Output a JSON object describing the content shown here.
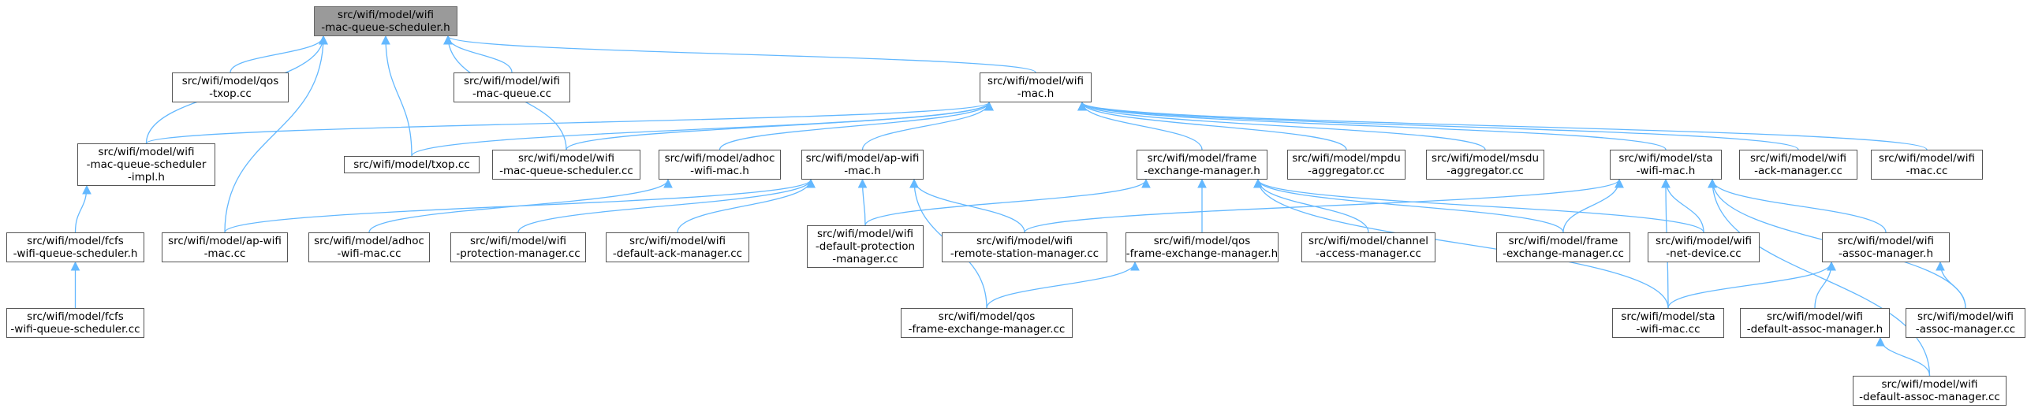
{
  "colors": {
    "edge": "#63b8ff",
    "node_border": "#555555",
    "root_fill": "#9a9a9a",
    "node_fill": "#ffffff"
  },
  "nodes": {
    "root": [
      "src/wifi/model/wifi",
      "-mac-queue-scheduler.h"
    ],
    "qos_txop_cc": [
      "src/wifi/model/qos",
      "-txop.cc"
    ],
    "wifi_mac_queue_cc": [
      "src/wifi/model/wifi",
      "-mac-queue.cc"
    ],
    "wifi_mac_h": [
      "src/wifi/model/wifi",
      "-mac.h"
    ],
    "sched_impl_h": [
      "src/wifi/model/wifi",
      "-mac-queue-scheduler",
      "-impl.h"
    ],
    "txop_cc": [
      "src/wifi/model/txop.cc"
    ],
    "sched_cc": [
      "src/wifi/model/wifi",
      "-mac-queue-scheduler.cc"
    ],
    "adhoc_h": [
      "src/wifi/model/adhoc",
      "-wifi-mac.h"
    ],
    "apwifi_h": [
      "src/wifi/model/ap-wifi",
      "-mac.h"
    ],
    "fem_h": [
      "src/wifi/model/frame",
      "-exchange-manager.h"
    ],
    "mpdu_cc": [
      "src/wifi/model/mpdu",
      "-aggregator.cc"
    ],
    "msdu_cc": [
      "src/wifi/model/msdu",
      "-aggregator.cc"
    ],
    "sta_h": [
      "src/wifi/model/sta",
      "-wifi-mac.h"
    ],
    "ackmgr_cc": [
      "src/wifi/model/wifi",
      "-ack-manager.cc"
    ],
    "mac_cc": [
      "src/wifi/model/wifi",
      "-mac.cc"
    ],
    "fcfs_h": [
      "src/wifi/model/fcfs",
      "-wifi-queue-scheduler.h"
    ],
    "fcfs_cc": [
      "src/wifi/model/fcfs",
      "-wifi-queue-scheduler.cc"
    ],
    "apwifi_cc": [
      "src/wifi/model/ap-wifi",
      "-mac.cc"
    ],
    "adhoc_cc": [
      "src/wifi/model/adhoc",
      "-wifi-mac.cc"
    ],
    "prot_cc": [
      "src/wifi/model/wifi",
      "-protection-manager.cc"
    ],
    "defack_cc": [
      "src/wifi/model/wifi",
      "-default-ack-manager.cc"
    ],
    "defprot_cc": [
      "src/wifi/model/wifi",
      "-default-protection",
      "-manager.cc"
    ],
    "rsm_cc": [
      "src/wifi/model/wifi",
      "-remote-station-manager.cc"
    ],
    "qosfem_h": [
      "src/wifi/model/qos",
      "-frame-exchange-manager.h"
    ],
    "chan_cc": [
      "src/wifi/model/channel",
      "-access-manager.cc"
    ],
    "fem_cc": [
      "src/wifi/model/frame",
      "-exchange-manager.cc"
    ],
    "netdev_cc": [
      "src/wifi/model/wifi",
      "-net-device.cc"
    ],
    "assoc_h": [
      "src/wifi/model/wifi",
      "-assoc-manager.h"
    ],
    "qosfem_cc": [
      "src/wifi/model/qos",
      "-frame-exchange-manager.cc"
    ],
    "stamac_cc": [
      "src/wifi/model/sta",
      "-wifi-mac.cc"
    ],
    "defassoc_h": [
      "src/wifi/model/wifi",
      "-default-assoc-manager.h"
    ],
    "assoc_cc": [
      "src/wifi/model/wifi",
      "-assoc-manager.cc"
    ],
    "defassoc_cc": [
      "src/wifi/model/wifi",
      "-default-assoc-manager.cc"
    ]
  },
  "edges": [
    [
      "qos_txop_cc",
      "root"
    ],
    [
      "wifi_mac_queue_cc",
      "root"
    ],
    [
      "wifi_mac_h",
      "root"
    ],
    [
      "sched_impl_h",
      "root"
    ],
    [
      "txop_cc",
      "root"
    ],
    [
      "sched_cc",
      "root"
    ],
    [
      "apwifi_cc",
      "root"
    ],
    [
      "sched_impl_h",
      "wifi_mac_h"
    ],
    [
      "txop_cc",
      "wifi_mac_h"
    ],
    [
      "sched_cc",
      "wifi_mac_h"
    ],
    [
      "adhoc_h",
      "wifi_mac_h"
    ],
    [
      "apwifi_h",
      "wifi_mac_h"
    ],
    [
      "fem_h",
      "wifi_mac_h"
    ],
    [
      "mpdu_cc",
      "wifi_mac_h"
    ],
    [
      "msdu_cc",
      "wifi_mac_h"
    ],
    [
      "sta_h",
      "wifi_mac_h"
    ],
    [
      "ackmgr_cc",
      "wifi_mac_h"
    ],
    [
      "mac_cc",
      "wifi_mac_h"
    ],
    [
      "fcfs_h",
      "sched_impl_h"
    ],
    [
      "fcfs_cc",
      "fcfs_h"
    ],
    [
      "adhoc_cc",
      "adhoc_h"
    ],
    [
      "apwifi_cc",
      "apwifi_h"
    ],
    [
      "prot_cc",
      "apwifi_h"
    ],
    [
      "defack_cc",
      "apwifi_h"
    ],
    [
      "defprot_cc",
      "apwifi_h"
    ],
    [
      "rsm_cc",
      "apwifi_h"
    ],
    [
      "qosfem_cc",
      "apwifi_h"
    ],
    [
      "defprot_cc",
      "fem_h"
    ],
    [
      "qosfem_h",
      "fem_h"
    ],
    [
      "chan_cc",
      "fem_h"
    ],
    [
      "fem_cc",
      "fem_h"
    ],
    [
      "netdev_cc",
      "fem_h"
    ],
    [
      "stamac_cc",
      "fem_h"
    ],
    [
      "qosfem_cc",
      "qosfem_h"
    ],
    [
      "rsm_cc",
      "sta_h"
    ],
    [
      "fem_cc",
      "sta_h"
    ],
    [
      "netdev_cc",
      "sta_h"
    ],
    [
      "assoc_h",
      "sta_h"
    ],
    [
      "stamac_cc",
      "sta_h"
    ],
    [
      "assoc_cc",
      "sta_h"
    ],
    [
      "defassoc_cc",
      "sta_h"
    ],
    [
      "stamac_cc",
      "assoc_h"
    ],
    [
      "defassoc_h",
      "assoc_h"
    ],
    [
      "assoc_cc",
      "assoc_h"
    ],
    [
      "defassoc_cc",
      "defassoc_h"
    ]
  ]
}
